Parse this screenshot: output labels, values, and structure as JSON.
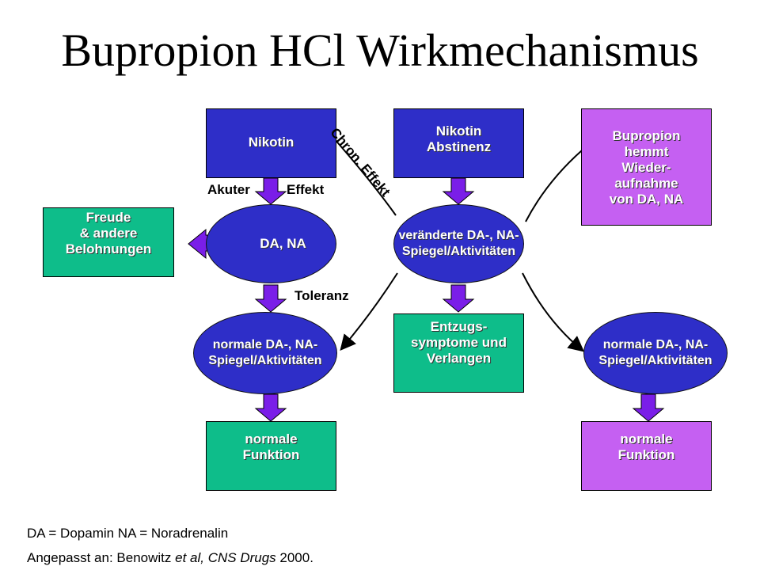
{
  "title": "Bupropion HCl  Wirkmechanismus",
  "nodes": {
    "nikotin": "Nikotin",
    "nikotin_abstinenz": "Nikotin\nAbstinenz",
    "bupropion": "Bupropion\nhemmt\nWieder-\naufnahme\nvon DA, NA",
    "freude": "Freude\n& andere\nBelohnungen",
    "da_na": "DA, NA",
    "veraenderte": "veränderte DA-, NA-\nSpiegel/Aktivitäten",
    "normale_left": "normale DA-, NA-\nSpiegel/Aktivitäten",
    "entzugs": "Entzugs-\nsymptome und\nVerlangen",
    "normale_right": "normale DA-, NA-\nSpiegel/Aktivitäten",
    "funktion_left": "normale\nFunktion",
    "funktion_right": "normale\nFunktion"
  },
  "labels": {
    "akuter": "Akuter",
    "effekt": "Effekt",
    "toleranz": "Toleranz",
    "chron": "Chron. Effekt"
  },
  "footnotes": {
    "abbrev": "DA = Dopamin  NA = Noradrenalin",
    "source_prefix": "Angepasst an: Benowitz ",
    "source_etal": "et al, CNS Drugs",
    "source_year": " 2000."
  },
  "colors": {
    "blue": "#2e2ec8",
    "green": "#0ebd8a",
    "purple": "#c560f2",
    "arrow": "#7a1ee8"
  }
}
